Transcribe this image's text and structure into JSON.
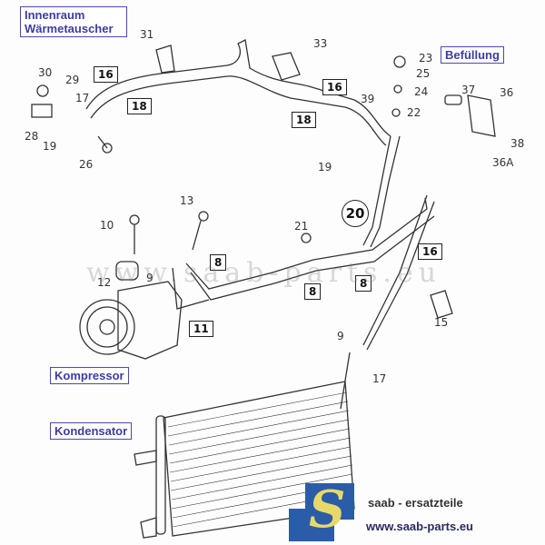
{
  "diagram": {
    "title": "Saab A/C system parts diagram",
    "section_labels": {
      "interior_heat_exchanger": "Innenraum\nWärmetauscher",
      "filling": "Befüllung",
      "compressor": "Kompressor",
      "condenser": "Kondensator"
    },
    "part_numbers": [
      "31",
      "33",
      "30",
      "29",
      "17",
      "28",
      "19",
      "26",
      "23",
      "25",
      "24",
      "39",
      "22",
      "37",
      "36",
      "38",
      "36A",
      "19",
      "10",
      "13",
      "21",
      "12",
      "9",
      "15",
      "9",
      "17"
    ],
    "boxed_refs": [
      "16",
      "18",
      "16",
      "18",
      "8",
      "8",
      "8",
      "11",
      "16"
    ],
    "circled_ref": "20",
    "watermark": "www.saab-parts.eu",
    "brand": {
      "tagline": "saab - ersatzteile",
      "url": "www.saab-parts.eu",
      "logo_letter": "S",
      "colors": {
        "logo_blue": "#2b5ca8",
        "logo_yellow": "#e8d86a",
        "label_blue": "#3c3ca0"
      }
    }
  }
}
